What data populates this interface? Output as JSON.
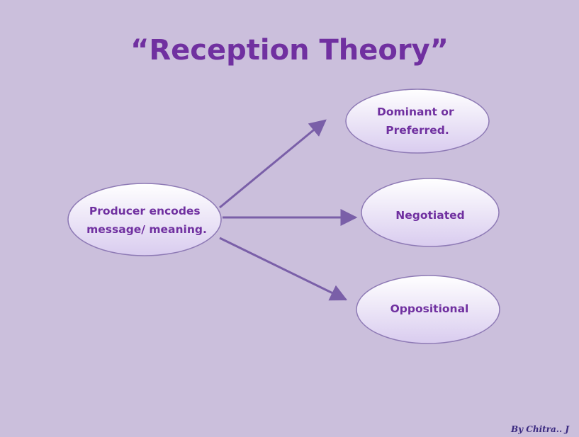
{
  "title": "“Reception Theory”",
  "credit": "By Chitra.. J",
  "colors": {
    "background": "#cbbfdc",
    "title": "#7030a0",
    "node_fill_top": "#ffffff",
    "node_fill_bottom": "#d9ccef",
    "node_stroke": "#8e7ab5",
    "arrow": "#7a5fa8",
    "credit": "#3b2a80"
  },
  "source_node": {
    "lines": [
      "Producer encodes",
      "message/ meaning."
    ]
  },
  "target_nodes": [
    {
      "lines": [
        "Dominant or",
        "Preferred."
      ]
    },
    {
      "lines": [
        "Negotiated"
      ]
    },
    {
      "lines": [
        "Oppositional"
      ]
    }
  ]
}
